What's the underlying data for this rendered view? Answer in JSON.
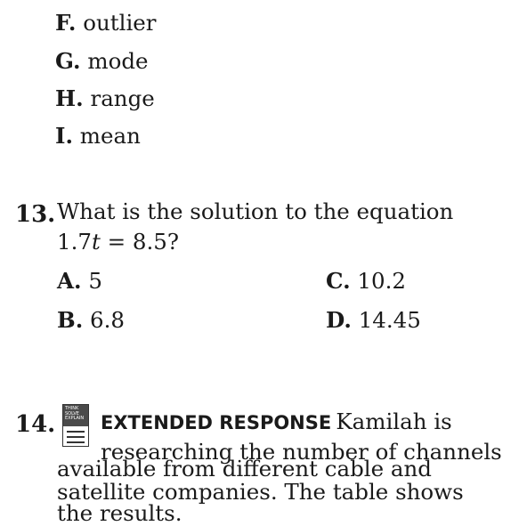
{
  "prev_choices": [
    {
      "letter": "F.",
      "text": "outlier"
    },
    {
      "letter": "G.",
      "text": "mode"
    },
    {
      "letter": "H.",
      "text": "range"
    },
    {
      "letter": "I.",
      "text": "mean"
    }
  ],
  "q13": {
    "number": "13.",
    "line1": "What is the solution to the equation",
    "eq_coef": "1.7",
    "eq_var": "t",
    "eq_rest": " = 8.5?",
    "choices": [
      {
        "letter": "A.",
        "text": "5"
      },
      {
        "letter": "B.",
        "text": "6.8"
      },
      {
        "letter": "C.",
        "text": "10.2"
      },
      {
        "letter": "D.",
        "text": "14.45"
      }
    ]
  },
  "q14": {
    "number": "14.",
    "icon_text": "THINK SOLVE EXPLAIN",
    "label": "EXTENDED RESPONSE",
    "lines": [
      "Kamilah is",
      "researching the number of channels",
      "available from different cable and",
      "satellite companies. The table shows",
      "the results."
    ]
  }
}
